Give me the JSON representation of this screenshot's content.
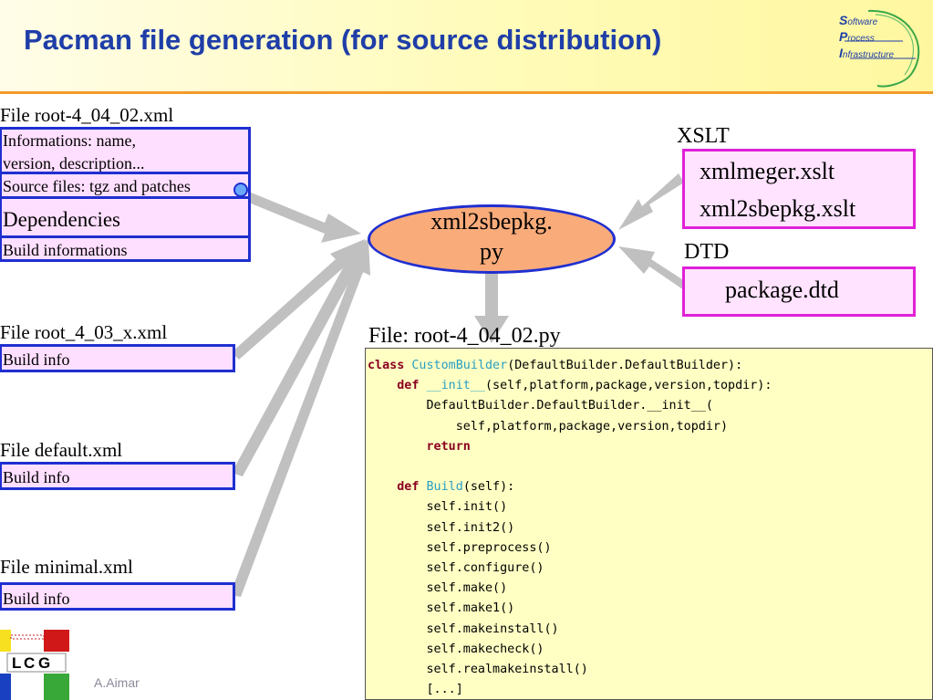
{
  "title": "Pacman file generation (for source distribution)",
  "logo": {
    "line1": "oftware",
    "line2": "rocess",
    "line3": "nfrastructure",
    "i1": "S",
    "i2": "P",
    "i3": "I"
  },
  "left_files": [
    {
      "label": "File root-4_04_02.xml",
      "fields": [
        "Informations: name,",
        "version, description...",
        "Source files: tgz and patches",
        "Dependencies",
        "Build informations"
      ]
    },
    {
      "label": "File root_4_03_x.xml",
      "fields": [
        "Build info"
      ]
    },
    {
      "label": "File default.xml",
      "fields": [
        "Build info"
      ]
    },
    {
      "label": "File minimal.xml",
      "fields": [
        "Build info"
      ]
    }
  ],
  "processor": {
    "line1": "xml2sbepkg.",
    "line2": "py"
  },
  "xslt": {
    "label": "XSLT",
    "items": [
      "xmlmeger.xslt",
      "xml2sbepkg.xslt"
    ]
  },
  "dtd": {
    "label": "DTD",
    "items": [
      "package.dtd"
    ]
  },
  "output": {
    "label": "File: root-4_04_02.py",
    "code": {
      "l1_kw": "class",
      "l1_name": "CustomBuilder",
      "l1_rest": "(DefaultBuilder.DefaultBuilder):",
      "l2_kw": "def",
      "l2_name": "__init__",
      "l2_rest": "(self,platform,package,version,topdir):",
      "l3": "DefaultBuilder.DefaultBuilder.__init__(",
      "l4": "self,platform,package,version,topdir)",
      "l5_kw": "return",
      "l7_kw": "def",
      "l7_name": "Build",
      "l7_rest": "(self):",
      "calls": [
        "self.init()",
        "self.init2()",
        "self.preprocess()",
        "self.configure()",
        "self.make()",
        "self.make1()",
        "self.makeinstall()",
        "self.makecheck()",
        "self.realmakeinstall()",
        "[...]"
      ]
    }
  },
  "footer": {
    "author": "A.Aimar"
  },
  "colors": {
    "title": "#1f3ea8",
    "box_fill": "#ffdfff",
    "box_border": "#1f2fd0",
    "xslt_border": "#e020d8",
    "ellipse_fill": "#f9ab7a",
    "code_bg": "#ffffc4",
    "arrow": "#c0c0c0",
    "header_line": "#f39a2b"
  },
  "icons": [
    "swoosh-icon",
    "lcg-logo",
    "connector-dot-icon"
  ]
}
